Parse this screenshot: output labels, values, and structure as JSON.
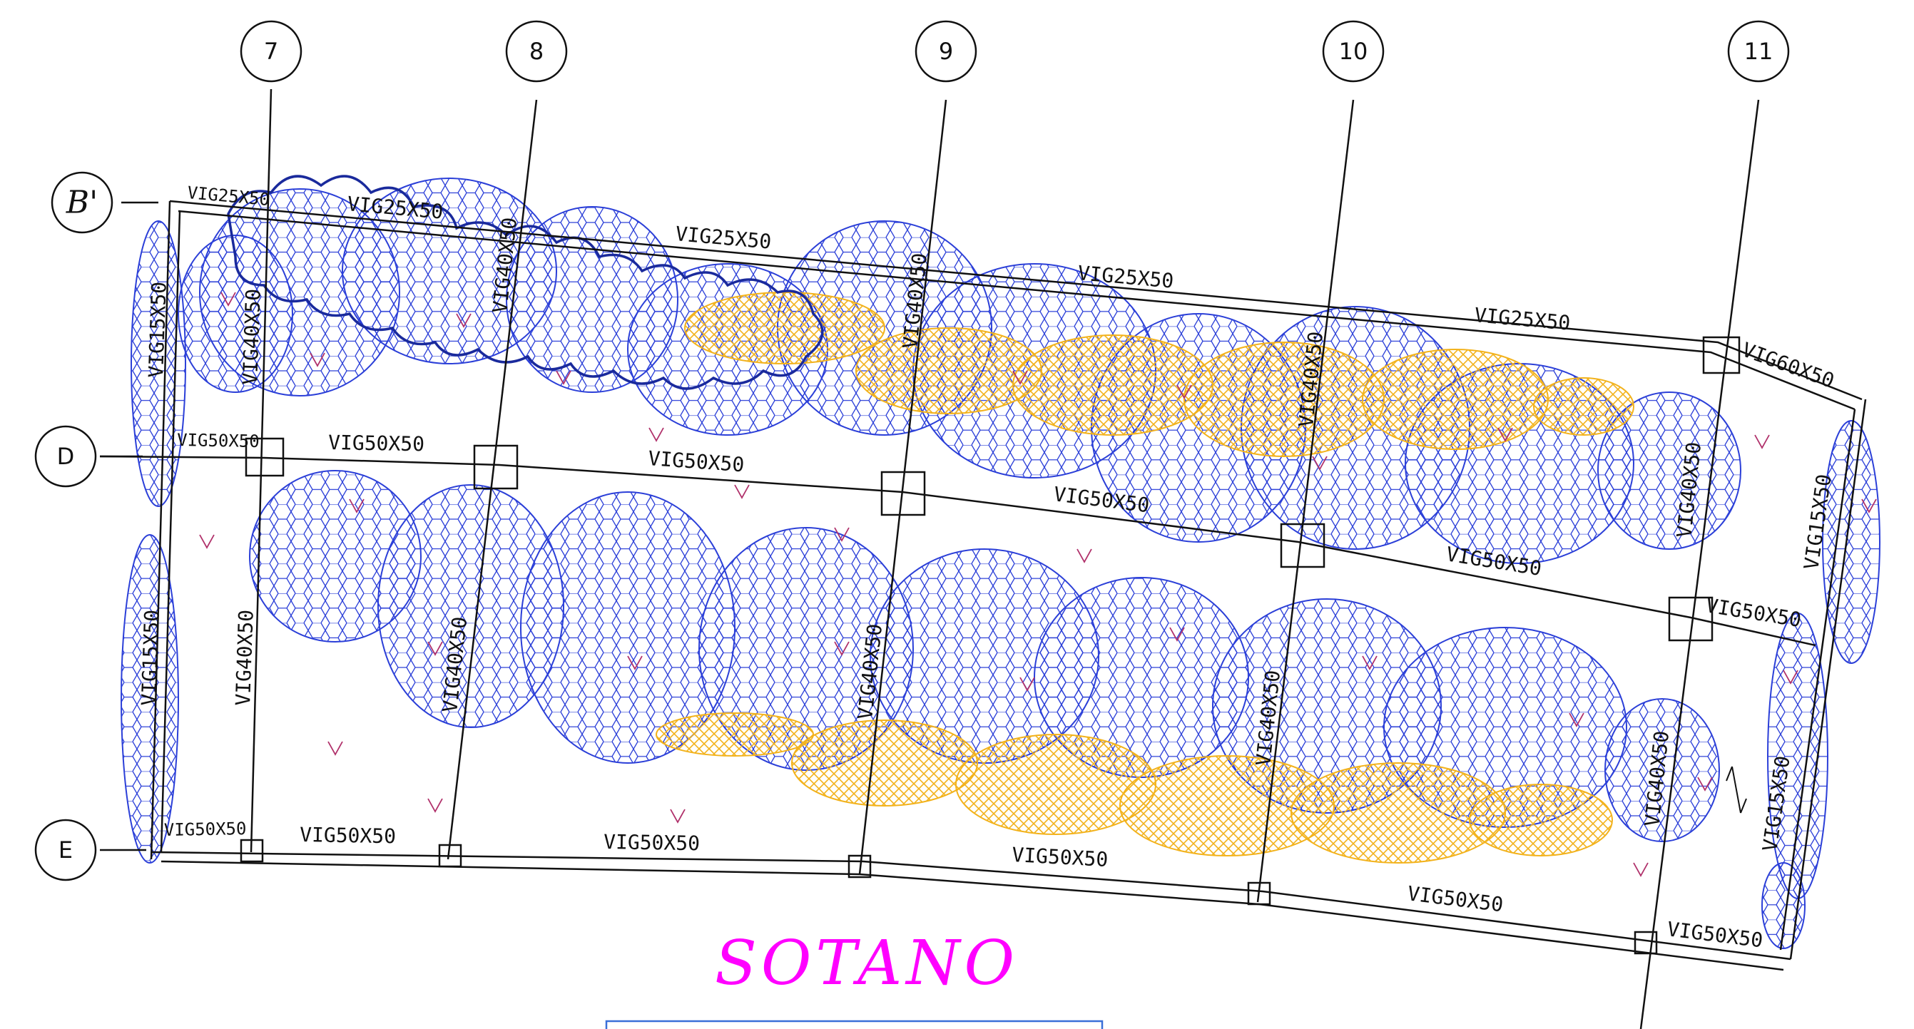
{
  "drawing": {
    "title": "SOTANO",
    "title_color": "#ff00ff",
    "background": "#ffffff",
    "line_color": "#111111",
    "cloud_color": "#2b3fd8",
    "hatch_color": "#f2b21c",
    "tick_color": "#b0306a"
  },
  "grid": {
    "columns": [
      "7",
      "8",
      "9",
      "10",
      "11"
    ],
    "rows": [
      "B'",
      "D",
      "E"
    ]
  },
  "beams": {
    "top_1": "VIG25X50",
    "top_2": "VIG25X50",
    "top_3": "VIG25X50",
    "top_4": "VIG25X50",
    "top_5": "VIG25X50",
    "top_corner": "VIG60X50",
    "row_d_1": "VIG50X50",
    "row_d_2": "VIG50X50",
    "row_d_3": "VIG50X50",
    "row_d_4": "VIG50X50",
    "row_d_5": "VIG50X50",
    "row_d_6": "VIG50X50",
    "row_e_1": "VIG50X50",
    "row_e_2": "VIG50X50",
    "row_e_3": "VIG50X50",
    "row_e_4": "VIG50X50",
    "row_e_5": "VIG50X50",
    "row_e_6": "VIG50X50",
    "left_upper": "VIG15X50",
    "left_lower": "VIG15X50",
    "right_upper": "VIG15X50",
    "right_lower": "VIG15X50",
    "col7_upper": "VIG40X50",
    "col7_lower": "VIG40X50",
    "col8_upper": "VIG40X50",
    "col8_lower": "VIG40X50",
    "col9_upper": "VIG40X50",
    "col9_lower": "VIG40X50",
    "col10_upper": "VIG40X50",
    "col10_lower": "VIG40X50",
    "col11_upper": "VIG40X50",
    "col11_lower": "VIG40X50"
  }
}
